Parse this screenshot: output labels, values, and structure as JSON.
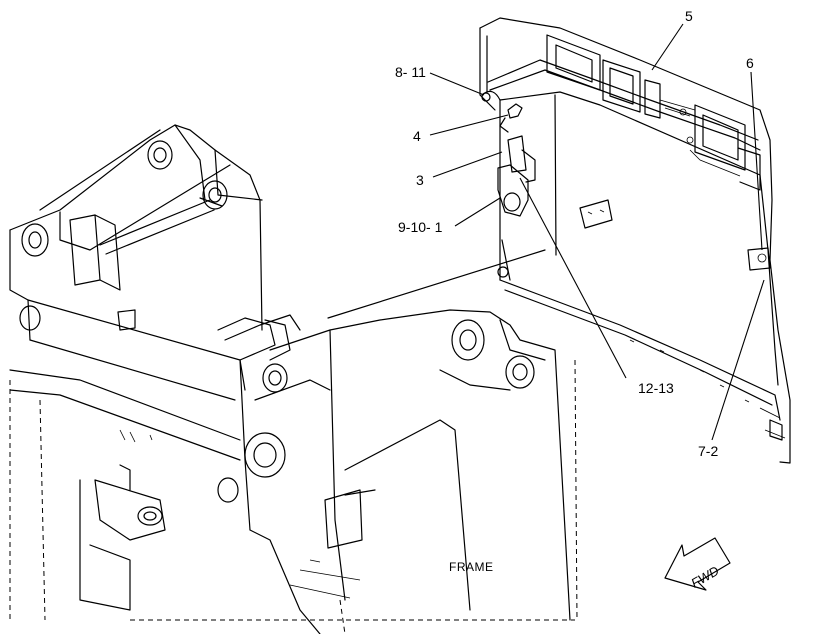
{
  "callouts": [
    {
      "id": "c5",
      "text": "5"
    },
    {
      "id": "c6",
      "text": "6"
    },
    {
      "id": "c8-11",
      "text": "8- 11"
    },
    {
      "id": "c4",
      "text": "4"
    },
    {
      "id": "c3",
      "text": "3"
    },
    {
      "id": "c9-10-1",
      "text": "9-10- 1"
    },
    {
      "id": "c12-13",
      "text": "12-13"
    },
    {
      "id": "c7-2",
      "text": "7-2"
    }
  ],
  "labels": {
    "frame": "FRAME",
    "fwd": "FWD"
  }
}
